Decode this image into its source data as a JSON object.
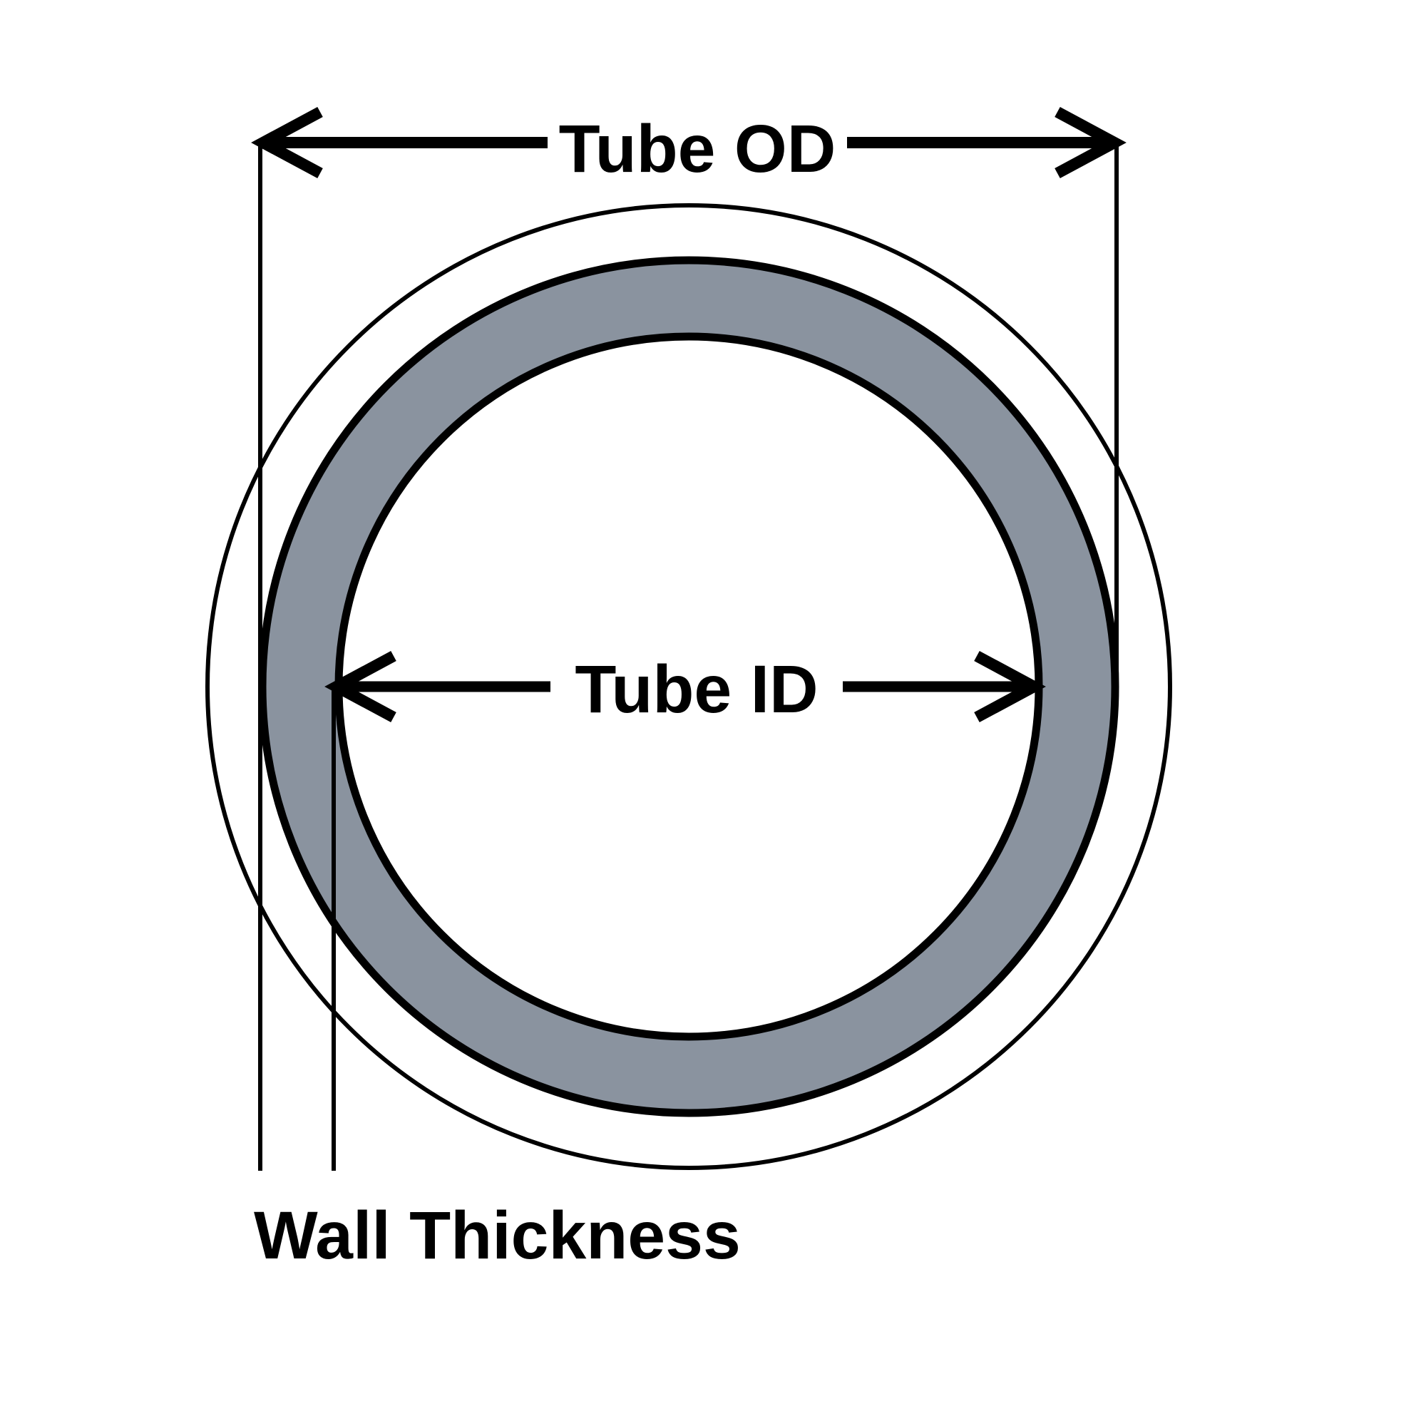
{
  "diagram": {
    "labels": {
      "tube_od": "Tube OD",
      "tube_id": "Tube ID",
      "wall_thickness": "Wall Thickness"
    },
    "colors": {
      "background": "#ffffff",
      "line": "#000000",
      "text": "#000000",
      "tube_wall_gray": "#8A939F",
      "bore_white": "#ffffff"
    }
  }
}
